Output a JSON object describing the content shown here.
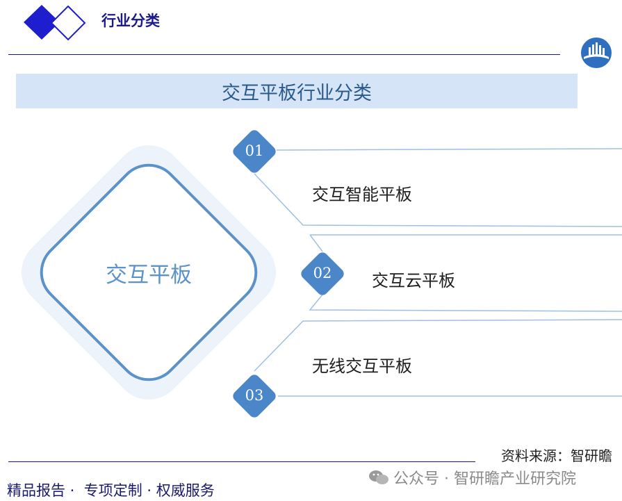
{
  "header": {
    "title": "行业分类"
  },
  "banner": {
    "title": "交互平板行业分类"
  },
  "center": {
    "label": "交互平板"
  },
  "items": [
    {
      "number": "01",
      "label": "交互智能平板"
    },
    {
      "number": "02",
      "label": "交互云平板"
    },
    {
      "number": "03",
      "label": "无线交互平板"
    }
  ],
  "source": "资料来源：智研瞻",
  "footer": {
    "tagline": "精品报告 ·  专项定制 · 权威服务"
  },
  "watermark": {
    "text": "公众号 · 智研瞻产业研究院"
  },
  "colors": {
    "navy": "#1a1a6e",
    "royal_blue": "#1e1ecf",
    "accent_blue": "#4a86c8",
    "banner_bg": "#d6e4f7",
    "diamond_bg": "#edf3fb"
  },
  "icons": {
    "header_mark": "double-diamond-logo",
    "brand_logo": "city-skyline-circle-logo",
    "watermark_icon": "wechat-icon"
  }
}
